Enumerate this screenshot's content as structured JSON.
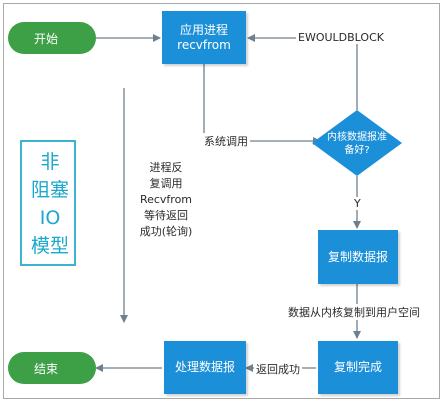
{
  "nodes": {
    "start": "开始",
    "app_process": [
      "应用进程",
      "recvfrom"
    ],
    "kernel_ready": [
      "内核数据报准",
      "备好?"
    ],
    "copy_datagram": "复制数据报",
    "copy_done": "复制完成",
    "process_datagram": "处理数据报",
    "end": "结束"
  },
  "edge_labels": {
    "ewouldblock": "EWOULDBLOCK",
    "system_call": "系统调用",
    "yes": "Y",
    "copy_kernel_to_user": "数据从内核复制到用户空间",
    "return_success": "返回成功"
  },
  "side_note": [
    "进程反",
    "复调用",
    "Recvfrom",
    "等待返回",
    "成功(轮询)"
  ],
  "title_vertical": [
    "非",
    "阻塞",
    "IO",
    "模型"
  ],
  "colors": {
    "pill_green": "#3ea046",
    "box_blue": "#1c8fd9",
    "title_cyan": "#1aa8cc",
    "line": "#6e7f8e"
  }
}
